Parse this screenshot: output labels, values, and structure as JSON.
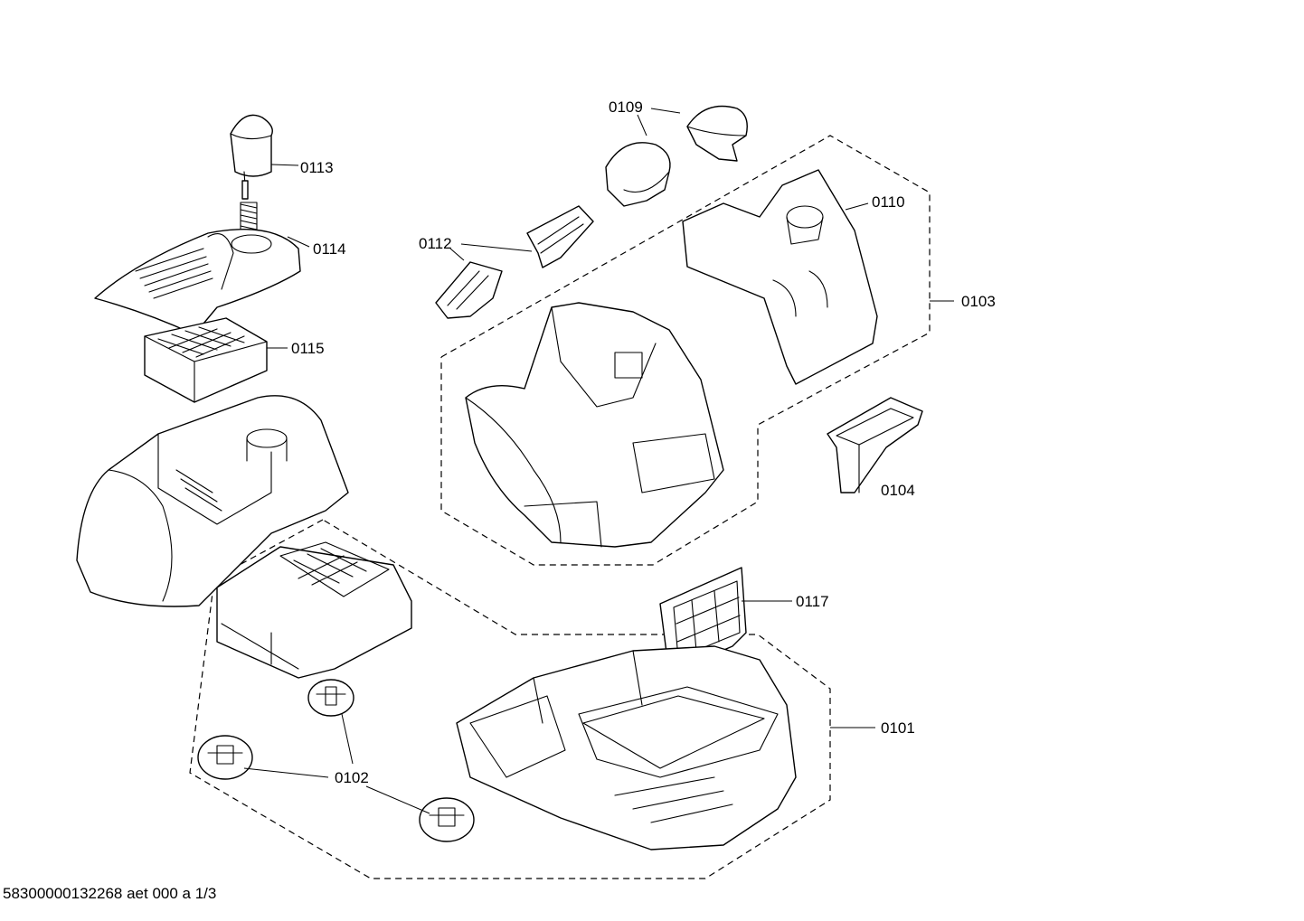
{
  "diagram": {
    "labels": {
      "p0101": "0101",
      "p0102": "0102",
      "p0103": "0103",
      "p0104": "0104",
      "p0109": "0109",
      "p0110": "0110",
      "p0112": "0112",
      "p0113": "0113",
      "p0114": "0114",
      "p0115": "0115",
      "p0117": "0117"
    },
    "footer": "58300000132268 aet 000 a 1/3"
  }
}
